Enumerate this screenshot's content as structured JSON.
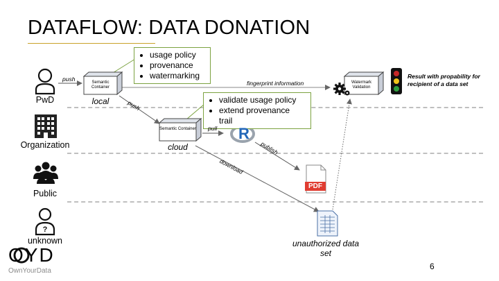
{
  "slide": {
    "title": "DATAFLOW: DATA DONATION",
    "page_number": "6"
  },
  "actors": [
    {
      "label": "PwD",
      "icon": "person-icon"
    },
    {
      "label": "Organization",
      "icon": "building-icon"
    },
    {
      "label": "Public",
      "icon": "group-icon"
    },
    {
      "label": "unknown",
      "icon": "unknown-person-icon"
    }
  ],
  "containers": {
    "local": {
      "box_label": "Semantic Container",
      "caption": "local"
    },
    "cloud": {
      "box_label": "Semantic Container",
      "caption": "cloud"
    },
    "watermark": {
      "box_label": "Watermark Validation"
    }
  },
  "notes": {
    "local": [
      "usage policy",
      "provenance",
      "watermarking"
    ],
    "cloud": [
      "validate usage policy",
      "extend provenance trail"
    ]
  },
  "edges": {
    "push1": "push",
    "push2": "push",
    "fingerprint": "fingerprint information",
    "pull": "pull",
    "publish": "publish",
    "download": "download"
  },
  "pdf_label": "PDF",
  "r_label": "R",
  "unauthorized": "unauthorized data set",
  "result_text": "Result with propability for recipient of a data set",
  "logo": {
    "mark": "OYD",
    "text": "OwnYourData"
  },
  "colors": {
    "note_border": "#7ba23f",
    "pdf_red": "#e03c31",
    "r_blue": "#2266b8",
    "lane": "#bfbfbf",
    "title_rule": "#c9a227"
  }
}
